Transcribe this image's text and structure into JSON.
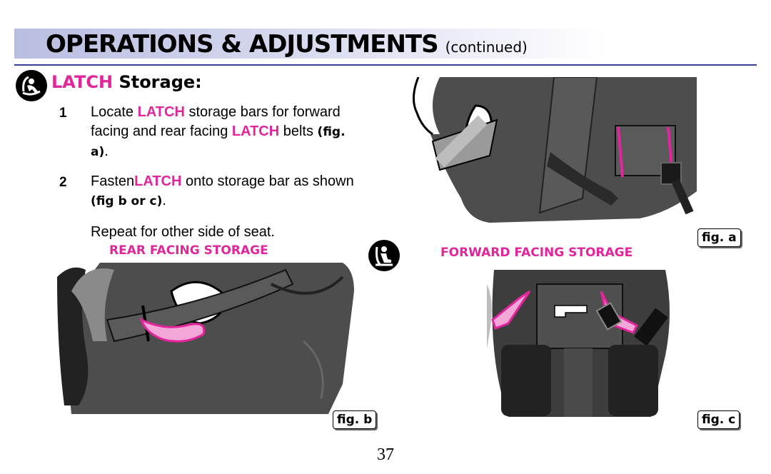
{
  "header": {
    "title": "OPERATIONS & ADJUSTMENTS",
    "continued": "(continued)"
  },
  "section": {
    "title_latch": "LATCH",
    "title_rest": "Storage:"
  },
  "steps": [
    {
      "number": "1",
      "t1": "Locate ",
      "latch1": "LATCH",
      "t2": " storage bars for forward facing and rear facing ",
      "latch2": "LATCH",
      "t3": " belts ",
      "ref": "(fig. a)",
      "t4": "."
    },
    {
      "number": "2",
      "t1": "Fasten",
      "latch1": "LATCH",
      "t2": " onto storage bar as shown ",
      "ref": "(fig b or c)",
      "t3": "."
    }
  ],
  "repeat_note": "Repeat for other side of seat.",
  "captions": {
    "rear": "REAR FACING STORAGE",
    "forward": "FORWARD FACING STORAGE"
  },
  "figures": {
    "a": "fig. a",
    "b": "fig. b",
    "c": "fig. c"
  },
  "page_number": "37",
  "colors": {
    "accent_pink": "#e1259a",
    "seat_gray": "#4d4d4d",
    "header_band": "#b9bde0"
  }
}
